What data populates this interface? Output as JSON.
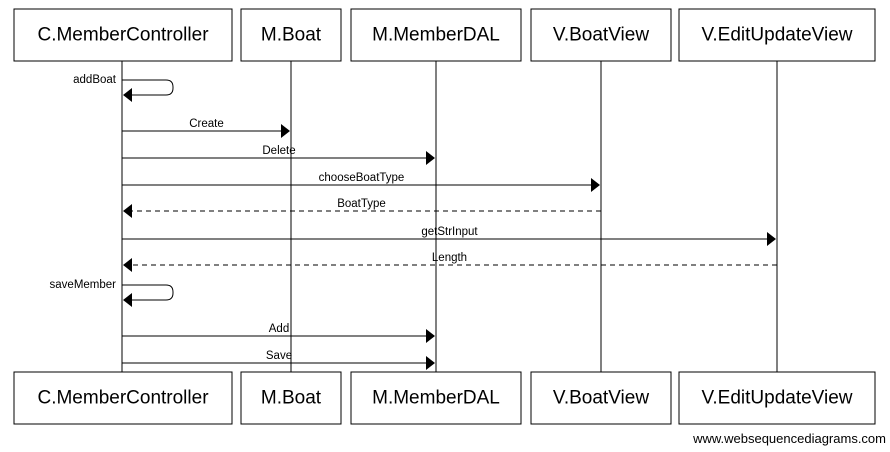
{
  "participants": [
    {
      "id": "ctrl",
      "label": "C.MemberController"
    },
    {
      "id": "boat",
      "label": "M.Boat"
    },
    {
      "id": "dal",
      "label": "M.MemberDAL"
    },
    {
      "id": "bview",
      "label": "V.BoatView"
    },
    {
      "id": "eview",
      "label": "V.EditUpdateView"
    }
  ],
  "messages": [
    {
      "from": "ctrl",
      "to": "ctrl",
      "label": "addBoat",
      "style": "solid"
    },
    {
      "from": "ctrl",
      "to": "boat",
      "label": "Create",
      "style": "solid"
    },
    {
      "from": "ctrl",
      "to": "dal",
      "label": "Delete",
      "style": "solid"
    },
    {
      "from": "ctrl",
      "to": "bview",
      "label": "chooseBoatType",
      "style": "solid"
    },
    {
      "from": "bview",
      "to": "ctrl",
      "label": "BoatType",
      "style": "dashed"
    },
    {
      "from": "ctrl",
      "to": "eview",
      "label": "getStrInput",
      "style": "solid"
    },
    {
      "from": "eview",
      "to": "ctrl",
      "label": "Length",
      "style": "dashed"
    },
    {
      "from": "ctrl",
      "to": "ctrl",
      "label": "saveMember",
      "style": "solid"
    },
    {
      "from": "ctrl",
      "to": "dal",
      "label": "Add",
      "style": "solid"
    },
    {
      "from": "ctrl",
      "to": "dal",
      "label": "Save",
      "style": "solid"
    }
  ],
  "watermark": "www.websequencediagrams.com"
}
